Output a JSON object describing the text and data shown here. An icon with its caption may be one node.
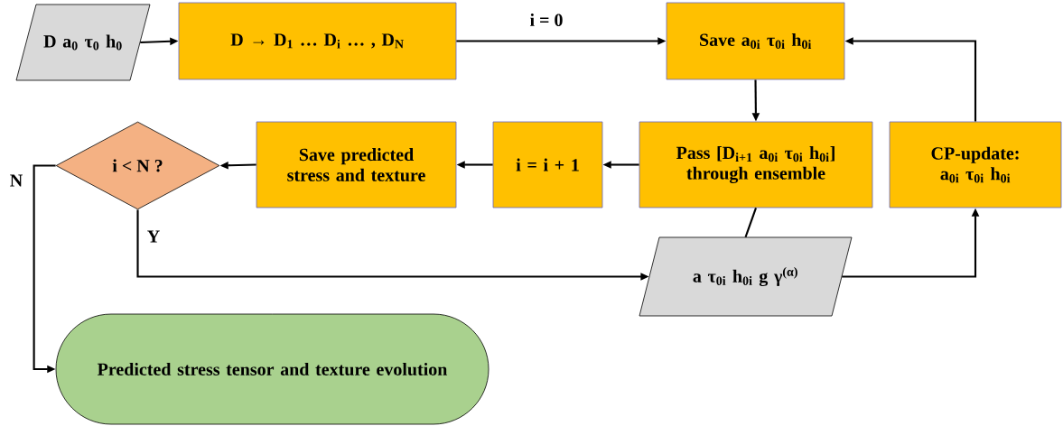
{
  "diagram": {
    "nodes": [
      {
        "text": [
          "D a$_{0}$ τ$_{0}$ h$_{0}$"
        ]
      },
      {
        "text": [
          "D → D$_{1}$ … D$_{i}$ … , D$_{N}$"
        ]
      },
      {
        "text": [
          "Save a$_{0i}$ τ$_{0i}$ h$_{0i}$"
        ]
      },
      {
        "text": [
          "i < N ?"
        ]
      },
      {
        "text": [
          "Save predicted stress and texture"
        ]
      },
      {
        "text": [
          "i = i + 1"
        ]
      },
      {
        "text": [
          "Pass [D$_{i+1}$ a$_{0i}$ τ$_{0i}$ h$_{0i}$] through ensemble"
        ]
      },
      {
        "text": [
          "CP-update: a$_{0i}$ τ$_{0i}$ h$_{0i}$"
        ]
      },
      {
        "text": [
          "a τ$_{0i}$ h$_{0i}$ g γ$^{(α)}$"
        ]
      },
      {
        "text": [
          "Predicted stress tensor and texture evolution"
        ]
      }
    ],
    "edges": [
      {
        "from": 0,
        "to": 1,
        "arrow": "to"
      },
      {
        "from": 1,
        "to": 2,
        "arrow": "to",
        "label": "i = 0"
      },
      {
        "from": 2,
        "to": 6,
        "arrow": "to"
      },
      {
        "from": 6,
        "to": 5,
        "arrow": "to"
      },
      {
        "from": 5,
        "to": 4,
        "arrow": "to"
      },
      {
        "from": 4,
        "to": 3,
        "arrow": "to"
      },
      {
        "from": 6,
        "to": 8,
        "arrow": "none"
      },
      {
        "from": 3,
        "to": 8,
        "arrow": "to",
        "label": "Y"
      },
      {
        "from": 8,
        "to": 7,
        "arrow": "to"
      },
      {
        "from": 7,
        "to": 2,
        "arrow": "to"
      },
      {
        "from": 3,
        "to": 9,
        "arrow": "to",
        "label": "N"
      }
    ]
  }
}
